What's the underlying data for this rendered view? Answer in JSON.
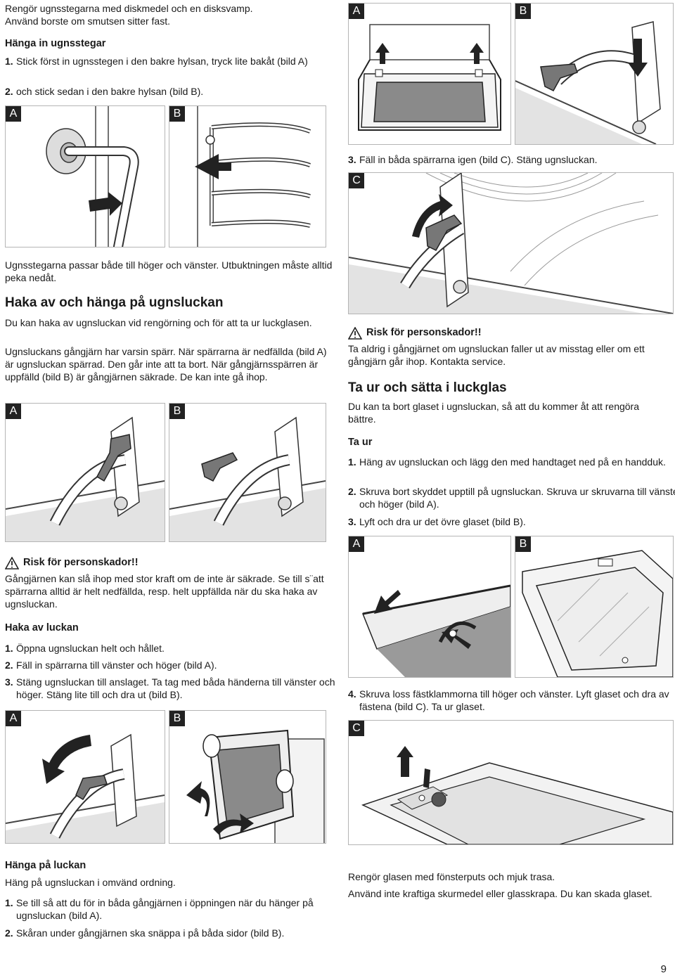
{
  "left": {
    "intro": [
      "Rengör ugnsstegarna med diskmedel och en disksvamp.",
      "Använd borste om smutsen sitter fast."
    ],
    "hang_title": "Hänga in ugnsstegar",
    "hang_steps": [
      {
        "n": "1.",
        "text": "Stick först in ugnsstegen i den bakre hylsan, tryck lite bakåt (bild A)"
      },
      {
        "n": "2.",
        "text": "och stick sedan i den bakre hylsan (bild B)."
      }
    ],
    "rack_note": "Ugnsstegarna passar både till höger och vänster. Utbuktningen måste alltid peka nedåt.",
    "door_heading": "Haka av och hänga på ugnsluckan",
    "door_intro": "Du kan haka av ugnsluckan vid rengörning och för att ta ur luckglasen.",
    "hinge_text": "Ugnsluckans gångjärn har varsin spärr. När spärrarna är nedfällda (bild A) är ugnsluckan spärrad. Den går inte att ta bort. När gångjärnsspärren är uppfälld (bild B) är gångjärnen säkrade. De kan inte gå ihop.",
    "warning_title": "Risk för personskador!!",
    "warning_text": "Gångjärnen kan slå ihop med stor kraft om de inte är säkrade. Se till s¨att spärrarna alltid är helt nedfällda, resp. helt uppfällda när du ska haka av ugnsluckan.",
    "remove_title": "Haka av luckan",
    "remove_steps": [
      {
        "n": "1.",
        "text": "Öppna ugnsluckan helt och hållet."
      },
      {
        "n": "2.",
        "text": "Fäll in spärrarna till vänster och höger (bild A)."
      },
      {
        "n": "3.",
        "text": "Stäng ugnsluckan till anslaget. Ta tag med båda händerna till vänster och höger. Stäng lite till och dra ut (bild B)."
      }
    ],
    "attach_title": "Hänga på luckan",
    "attach_intro": "Häng på ugnsluckan i omvänd ordning.",
    "attach_steps": [
      {
        "n": "1.",
        "text": "Se till så att du för in båda gångjärnen i öppningen när du hänger på ugnsluckan (bild A)."
      },
      {
        "n": "2.",
        "text": "Skåran under gångjärnen ska snäppa i på båda sidor (bild B)."
      }
    ]
  },
  "right": {
    "step3": {
      "n": "3.",
      "text": "Fäll in båda spärrarna igen (bild C). Stäng ugnsluckan."
    },
    "warning_title": "Risk för personskador!!",
    "warning_text": "Ta aldrig i gångjärnet om ugnsluckan faller ut av misstag eller om ett gångjärn går ihop. Kontakta service.",
    "glass_heading": "Ta ur och sätta i luckglas",
    "glass_intro": "Du kan ta bort glaset i ugnsluckan, så att du kommer åt att rengöra bättre.",
    "takeout_title": "Ta ur",
    "takeout_steps": [
      {
        "n": "1.",
        "text": "Häng av ugnsluckan och lägg den med handtaget ned på en handduk."
      },
      {
        "n": "2.",
        "text": "Skruva bort skyddet upptill på ugnsluckan. Skruva ur skruvarna till vänster och höger (bild A)."
      },
      {
        "n": "3.",
        "text": "Lyft och dra ur det övre glaset (bild B)."
      }
    ],
    "step4": {
      "n": "4.",
      "text": "Skruva loss fästklammorna till höger och vänster. Lyft glaset och dra av fästena (bild C). Ta ur glaset."
    },
    "clean_1": "Rengör glasen med fönsterputs och mjuk trasa.",
    "clean_2": "Använd inte kraftiga skurmedel eller glasskrapa. Du kan skada glaset."
  },
  "figure_labels": {
    "a": "A",
    "b": "B",
    "c": "C"
  },
  "page_number": "9"
}
